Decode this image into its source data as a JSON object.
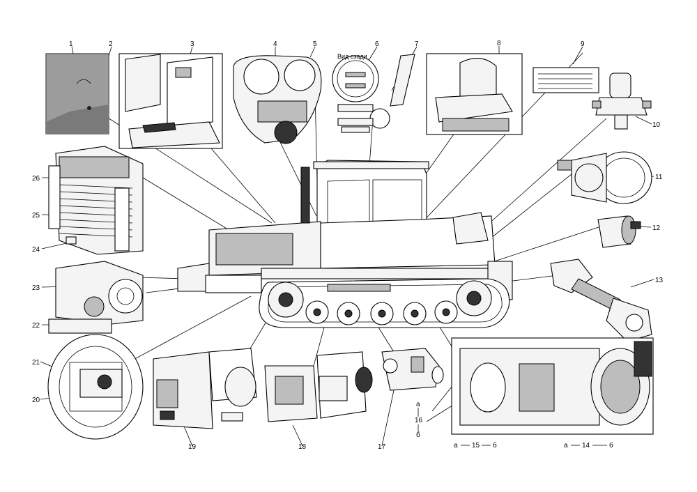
{
  "callouts": {
    "c1": "1",
    "c2": "2",
    "c3": "3",
    "c4": "4",
    "c5": "5",
    "c6": "6",
    "c7": "7",
    "c8": "8",
    "c9": "9",
    "c10": "10",
    "c11": "11",
    "c12": "12",
    "c13": "13",
    "c14": "14",
    "c15": "15",
    "c16": "16",
    "c17": "17",
    "c18": "18",
    "c19": "19",
    "c20": "20",
    "c21": "21",
    "c22": "22",
    "c23": "23",
    "c24": "24",
    "c25": "25",
    "c26": "26"
  },
  "labels": {
    "rear_view": "Вид сзади",
    "a1": "а",
    "b1": "б",
    "a2": "а",
    "b2": "б",
    "a3": "а",
    "b3": "б"
  }
}
